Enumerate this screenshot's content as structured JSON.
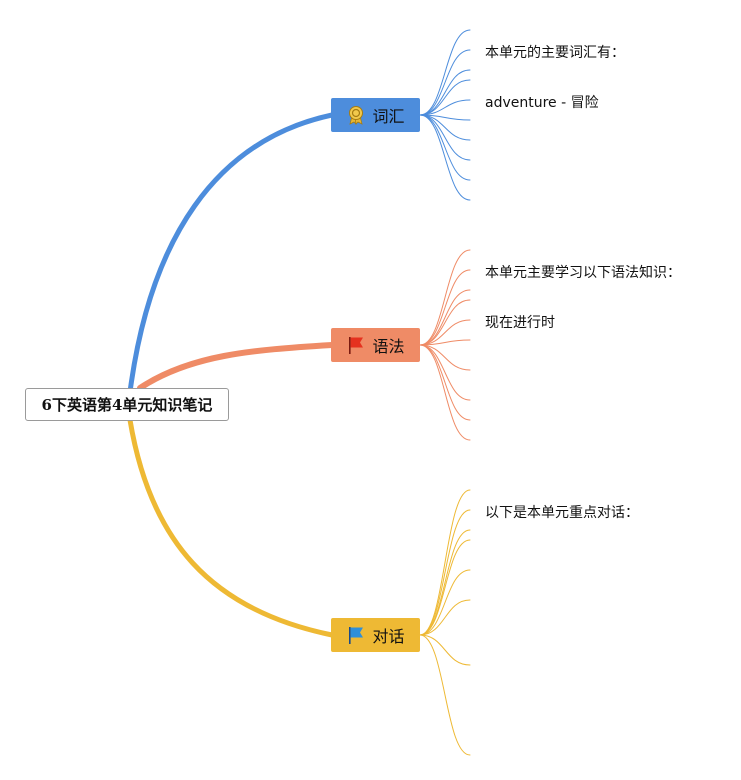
{
  "root": {
    "label": "6下英语第4单元知识笔记"
  },
  "branches": [
    {
      "key": "vocab",
      "label": "词汇",
      "icon": "award-ribbon-icon",
      "color": "#4d8ddc",
      "texts": [
        "本单元的主要词汇有：",
        "adventure - 冒险"
      ]
    },
    {
      "key": "grammar",
      "label": "语法",
      "icon": "red-flag-icon",
      "color": "#ef8b66",
      "texts": [
        "本单元主要学习以下语法知识：",
        "现在进行时"
      ]
    },
    {
      "key": "dialog",
      "label": "对话",
      "icon": "blue-flag-icon",
      "color": "#eeb934",
      "texts": [
        "以下是本单元重点对话："
      ]
    }
  ],
  "colors": {
    "vocab": "#4d8ddc",
    "grammar": "#ef8b66",
    "dialog": "#eeb934"
  }
}
